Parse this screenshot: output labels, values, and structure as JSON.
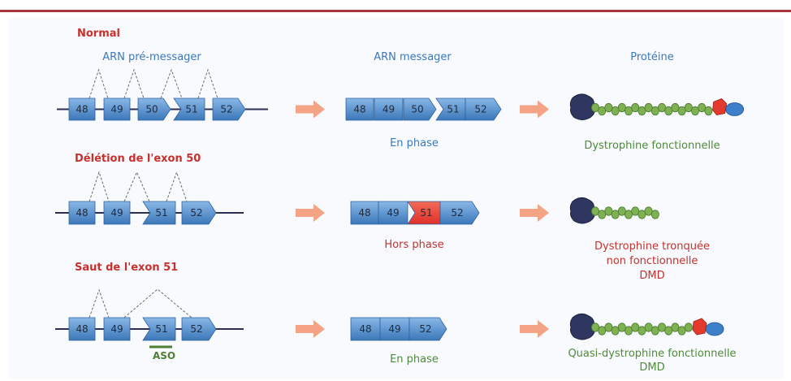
{
  "headers": {
    "pre_mrna": "ARN pré-messager",
    "mrna": "ARN messager",
    "protein": "Protéine"
  },
  "rows": [
    {
      "title": "Normal",
      "exons_pre": [
        "48",
        "49",
        "50",
        "51",
        "52"
      ],
      "exons_mrna": [
        "48",
        "49",
        "50",
        "51",
        "52"
      ],
      "phase": "En phase",
      "protein_lines": [
        "Dystrophine fonctionnelle"
      ]
    },
    {
      "title": "Délétion de l'exon 50",
      "exons_pre": [
        "48",
        "49",
        "51",
        "52"
      ],
      "exons_mrna": [
        "48",
        "49",
        "51",
        "52"
      ],
      "phase": "Hors phase",
      "protein_lines": [
        "Dystrophine tronquée",
        "non fonctionnelle",
        "DMD"
      ]
    },
    {
      "title": "Saut de l'exon 51",
      "exons_pre": [
        "48",
        "49",
        "51",
        "52"
      ],
      "exons_mrna": [
        "48",
        "49",
        "52"
      ],
      "phase": "En phase",
      "protein_lines": [
        "Quasi-dystrophine fonctionnelle",
        "DMD"
      ],
      "aso_label": "ASO"
    }
  ],
  "colors": {
    "exon_fill": "#5f9bd8",
    "exon_dark": "#3b77b8",
    "mutant_exon": "#e0302a",
    "arrow": "#f4a385",
    "title_red": "#c8302c",
    "text_blue": "#3a78be",
    "protein_head": "#2f3660",
    "protein_rod": "#7fb153",
    "protein_red": "#e23b2e",
    "protein_tail": "#3d7fc9"
  }
}
